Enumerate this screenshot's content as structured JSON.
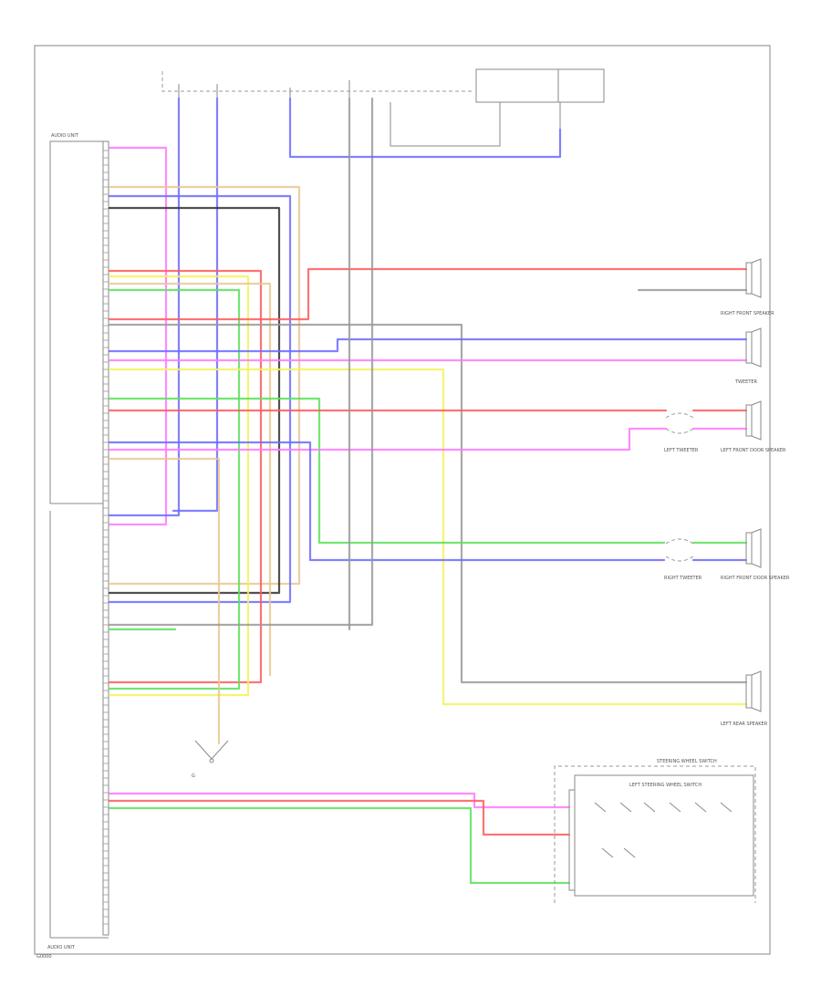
{
  "diagram": {
    "components": {
      "unit_label": "AUDIO UNIT",
      "front_right_speaker": "RIGHT FRONT SPEAKER",
      "tweeter_label": "TWEETER",
      "left_front_tweeter": "LEFT TWEETER",
      "left_front_door_speaker": "LEFT FRONT DOOR SPEAKER",
      "right_front_tweeter": "RIGHT TWEETER",
      "right_front_door_speaker": "RIGHT FRONT DOOR SPEAKER",
      "left_rear_speaker": "LEFT REAR SPEAKER",
      "steering_switch": "LEFT STEERING WHEEL SWITCH",
      "steering_switch_assembly": "STEERING WHEEL SWITCH",
      "ground_label": "G",
      "bottom_label": "AUDIO UNIT",
      "footer_code": "G0000"
    },
    "wire_colors": {
      "red": "#ff5a5a",
      "blue": "#6b6bff",
      "yellow": "#f2f25a",
      "green": "#5ae05a",
      "pink": "#ff78ff",
      "tan": "#e8c890",
      "grey": "#9a9a9a",
      "black": "#333333"
    }
  }
}
